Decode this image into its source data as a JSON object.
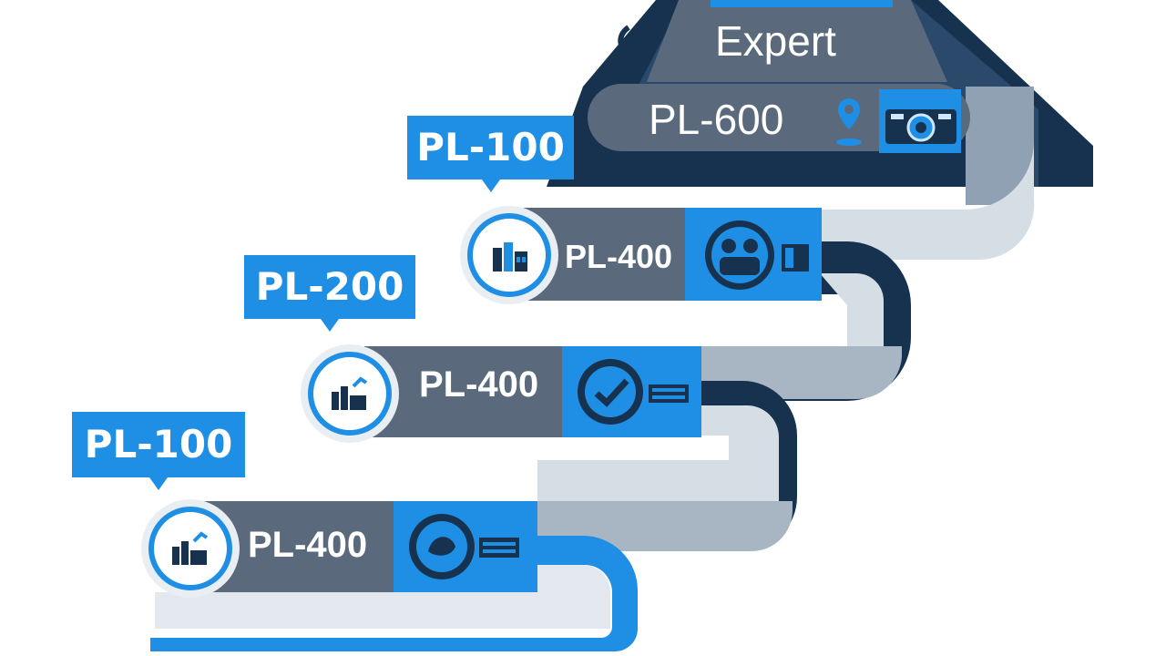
{
  "summit": {
    "title": "Expert",
    "code": "PL-600"
  },
  "steps": [
    {
      "tag": "PL-100",
      "code": "PL-400"
    },
    {
      "tag": "PL-200",
      "code": "PL-400"
    },
    {
      "tag": "PL-100",
      "code": "PL-400"
    }
  ],
  "colors": {
    "accent": "#1f8fe6",
    "navy": "#17324f",
    "slate": "#5a6a7c",
    "light": "#d5dde5"
  },
  "icons": [
    "location-pin-icon",
    "camera-icon",
    "factory-icon",
    "team-icon",
    "gauge-icon",
    "chart-icon"
  ]
}
